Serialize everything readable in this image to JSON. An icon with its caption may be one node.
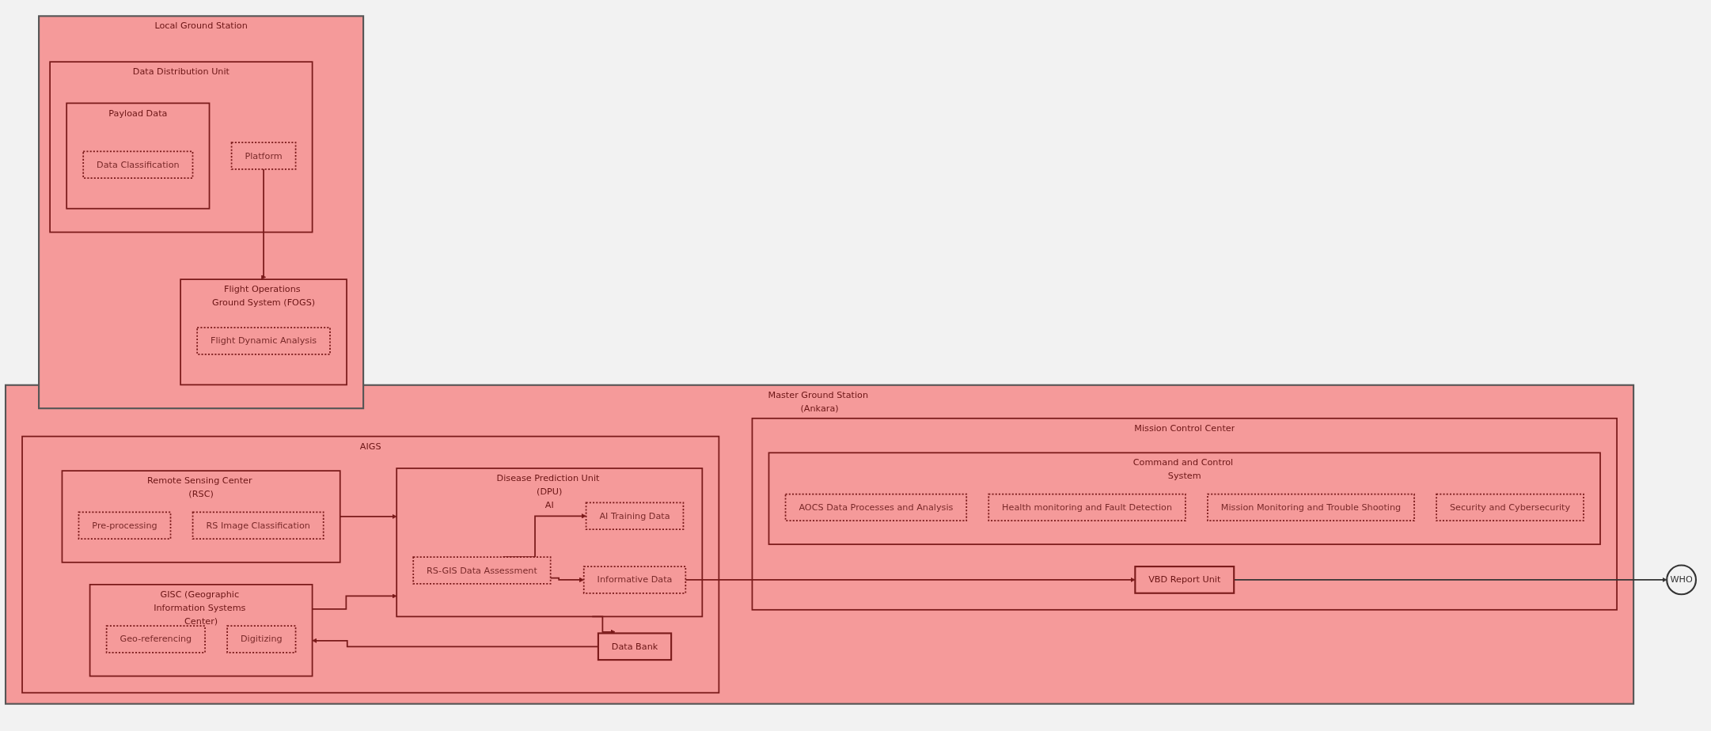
{
  "diagram": {
    "nodes": [
      {
        "text": [
          "Master Ground Station (Ankara)"
        ]
      },
      {
        "text": [
          "AIGS"
        ],
        "in": 0
      },
      {
        "text": [
          "Remote Sensing Center (RSC)"
        ],
        "in": 1
      },
      {
        "text": [
          "Pre-processing"
        ],
        "in": 2
      },
      {
        "text": [
          "RS Image Classification"
        ],
        "in": 2
      },
      {
        "text": [
          "GISC (Geographic Information Systems Center)"
        ],
        "in": 1
      },
      {
        "text": [
          "Geo-referencing"
        ],
        "in": 5
      },
      {
        "text": [
          "Digitizing"
        ],
        "in": 5
      },
      {
        "text": [
          "Disease Prediction Unit (DPU)",
          "AI"
        ],
        "in": 1
      },
      {
        "text": [
          "RS-GIS Data Assessment"
        ],
        "in": 8
      },
      {
        "text": [
          "AI Training Data"
        ],
        "in": 8
      },
      {
        "text": [
          "Informative Data"
        ],
        "in": 8
      },
      {
        "text": [
          "Data Bank"
        ],
        "in": 1
      },
      {
        "text": [
          "Mission Control Center"
        ],
        "in": 0
      },
      {
        "text": [
          "Command and Control System"
        ],
        "in": 13
      },
      {
        "text": [
          "AOCS Data Processes and Analysis"
        ],
        "in": 14
      },
      {
        "text": [
          "Health monitoring and Fault Detection"
        ],
        "in": 14
      },
      {
        "text": [
          "Mission Monitoring and Trouble Shooting"
        ],
        "in": 14
      },
      {
        "text": [
          "Security and Cybersecurity"
        ],
        "in": 14
      },
      {
        "text": [
          "VBD Report Unit"
        ],
        "in": 13
      },
      {
        "text": [
          "Local Ground Station"
        ]
      },
      {
        "text": [
          "Flight Operations Ground System (FOGS)"
        ],
        "in": 20
      },
      {
        "text": [
          "Flight Dynamic Analysis"
        ],
        "in": 21
      },
      {
        "text": [
          "Data Distribution Unit"
        ],
        "in": 20
      },
      {
        "text": [
          "Platform"
        ],
        "in": 23
      },
      {
        "text": [
          "Payload Data"
        ],
        "in": 23
      },
      {
        "text": [
          "Data Classification"
        ],
        "in": 25
      },
      {
        "text": [
          "WHO"
        ]
      }
    ],
    "edges": [
      {
        "from": 2,
        "to": 8,
        "arrow": "to"
      },
      {
        "from": 5,
        "to": 8,
        "arrow": "to"
      },
      {
        "from": 9,
        "to": 10,
        "arrow": "to"
      },
      {
        "from": 9,
        "to": 11,
        "arrow": "to"
      },
      {
        "from": 8,
        "to": 12,
        "arrow": "to"
      },
      {
        "from": 12,
        "to": 5,
        "arrow": "to"
      },
      {
        "from": 11,
        "to": 19,
        "arrow": "to"
      },
      {
        "from": 19,
        "to": 27,
        "arrow": "to",
        "color": "#333333"
      },
      {
        "from": 24,
        "to": 21,
        "arrow": "to"
      }
    ]
  }
}
